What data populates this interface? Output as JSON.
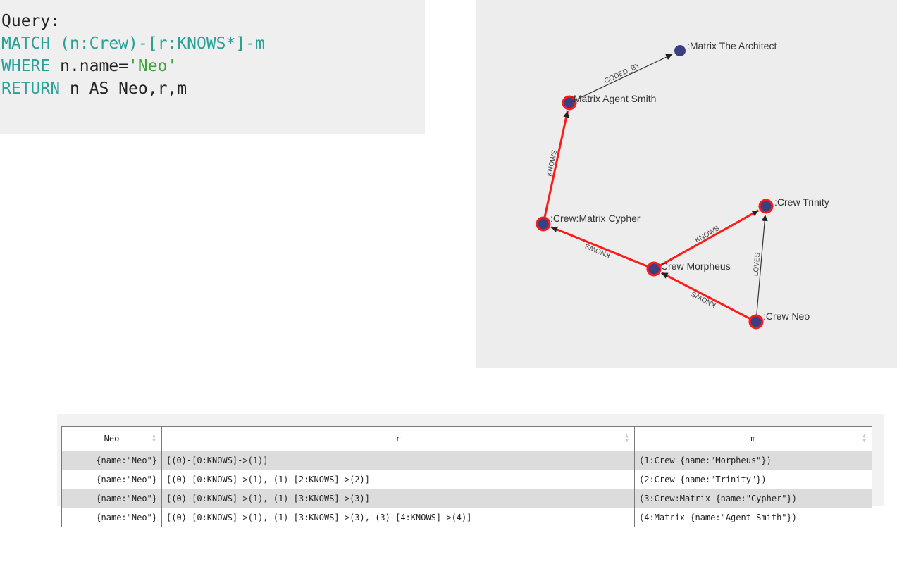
{
  "query": {
    "label": "Query:",
    "line1": {
      "kw": "MATCH",
      "rest": " (n:Crew)-[r:KNOWS*]-m"
    },
    "line2": {
      "kw": "WHERE",
      "plain": " n.name=",
      "str": "'Neo'"
    },
    "line3": {
      "kw": "RETURN",
      "plain": " n AS Neo,r,m"
    }
  },
  "graph": {
    "nodes": [
      {
        "id": "architect",
        "label": ":Matrix The Architect",
        "highlight": false
      },
      {
        "id": "smith",
        "label": ":Matrix Agent Smith",
        "highlight": true
      },
      {
        "id": "cypher",
        "label": ":Crew:Matrix Cypher",
        "highlight": true
      },
      {
        "id": "trinity",
        "label": ":Crew Trinity",
        "highlight": true
      },
      {
        "id": "morpheus",
        "label": ":Crew Morpheus",
        "highlight": true
      },
      {
        "id": "neo",
        "label": ":Crew Neo",
        "highlight": true
      }
    ],
    "edges": [
      {
        "from": "smith",
        "to": "architect",
        "label": "CODED_BY",
        "highlight": false
      },
      {
        "from": "cypher",
        "to": "smith",
        "label": "KNOWS",
        "highlight": true
      },
      {
        "from": "morpheus",
        "to": "cypher",
        "label": "KNOWS",
        "highlight": true
      },
      {
        "from": "morpheus",
        "to": "trinity",
        "label": "KNOWS",
        "highlight": true
      },
      {
        "from": "neo",
        "to": "morpheus",
        "label": "KNOWS",
        "highlight": true
      },
      {
        "from": "neo",
        "to": "trinity",
        "label": "LOVES",
        "highlight": false
      }
    ],
    "colors": {
      "node_fill": "#3b3f80",
      "highlight": "#ff1a1a",
      "edge": "#333333"
    }
  },
  "results": {
    "columns": [
      "Neo",
      "r",
      "m"
    ],
    "rows": [
      [
        "{name:\"Neo\"}",
        "[(0)-[0:KNOWS]->(1)]",
        "(1:Crew {name:\"Morpheus\"})"
      ],
      [
        "{name:\"Neo\"}",
        "[(0)-[0:KNOWS]->(1), (1)-[2:KNOWS]->(2)]",
        "(2:Crew {name:\"Trinity\"})"
      ],
      [
        "{name:\"Neo\"}",
        "[(0)-[0:KNOWS]->(1), (1)-[3:KNOWS]->(3)]",
        "(3:Crew:Matrix {name:\"Cypher\"})"
      ],
      [
        "{name:\"Neo\"}",
        "[(0)-[0:KNOWS]->(1), (1)-[3:KNOWS]->(3), (3)-[4:KNOWS]->(4)]",
        "(4:Matrix {name:\"Agent Smith\"})"
      ]
    ]
  }
}
